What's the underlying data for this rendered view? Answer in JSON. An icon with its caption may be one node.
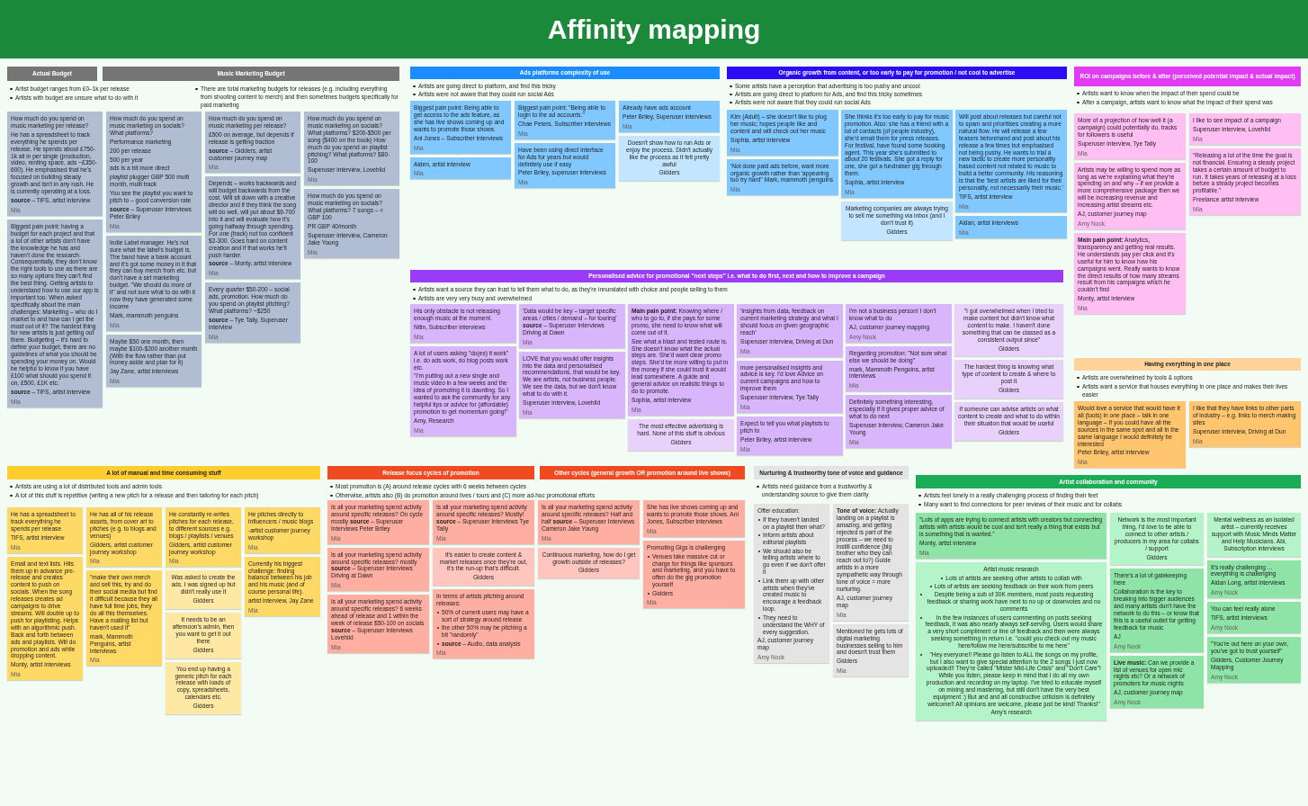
{
  "diagram": {
    "title": "Affinity mapping",
    "nodes": [
      {
        "text": [
          "Actual Budget"
        ]
      },
      {
        "text": [
          "Music Marketing Budget"
        ]
      },
      {
        "text": [
          "How much do you spend on music marketing per release?",
          "He has a spreadsheet to track everything he spends per release. He spends about £750-1k all in per single (production, video, renting space, ads ~£350-600). He emphasised that he's focused on building steady growth and isn't in any rush. He is currently operating at a loss.",
          "**source** – TiFS, artist interview",
          "Mia"
        ]
      },
      {
        "text": [
          "How much do you spend on music marketing on socials? What platforms?",
          "Performance marketing",
          "200 per release",
          "500 per year",
          "ads is a bit more direct",
          "playlist plugger GBP 500 multi month, multi track",
          "You see the playlist you want to pitch to – good conversion rate",
          "**source** – Superuser Interviews Peter Briley",
          "Mia"
        ]
      },
      {
        "text": [
          "How much do you spend on music marketing per release?",
          "£500 on average, but depends if release is getting traction",
          "**source** – Gidders, artist customer journey map",
          "Mia"
        ]
      },
      {
        "text": [
          "How much do you spend on music marketing on socials? What platforms? $200-$500 per song ($400 on the book) How much do you spend on playlist pitching? What platforms? $80-100",
          "Superuser interview, Lovehild",
          "Mia"
        ]
      },
      {
        "text": [
          "Biggest pain point: having a budget for each project and that a lot of other artists don't have the knowledge he has and haven't done the research. Consequentially, they don't know the right tools to use as there are so many options they can't find the best thing. Getting artists to understand how to use our app is important too. When asked specifically about the main challenges: Marketing – who do I market to and how can I get the most out of it? The hardest thing for new artists is just getting out there. Budgeting – it's hard to define your budget, there are no guidelines of what you should be spending your money on. Would be helpful to know if you have £100 what should you spend it on, £500, £1K etc.",
          "**source** – TiFS, artist interview",
          "Mia"
        ]
      },
      {
        "text": [
          "Indie Label manager. He's not sure what the label's budget is. The band have a bank account and it's got some money in it that they can buy merch from etc, but don't have a set marketing budget. \"We should do more of it\" and not sure what to do with it now they have generated some income",
          "Mark, mammoth penguins",
          "Mia"
        ]
      },
      {
        "text": [
          "Maybe $50 one month, then maybe $100-$200 another month (With the flow rather than put money aside and plan for it)",
          "Jay Zane, artist interviews",
          "Mia"
        ]
      },
      {
        "text": [
          "Depends – works backwards and will budget backwards from the cost. Will sit down with a creative director and if they think the song will do well, will put about $6-700 into it and will evaluate how it's going halfway through spending. For one (track) not too confident $2-300. Goes hard on content creation and if that works he'll push harder.",
          "**source** – Monty, artist interview",
          "Mia"
        ]
      },
      {
        "text": [
          "Every quarter $50-200 – social ads, promotion. How much do you spend on playlist pitching? What platforms? ~$250",
          "**source** – Tye Tally, Superuser interview",
          "Mia"
        ]
      },
      {
        "text": [
          "How much do you spend on music marketing on socials? What platforms? 7 songs – < GBP 100",
          "PR GBP 40/month",
          "Superuser interview, Cameron Jake Young",
          "Mia"
        ]
      },
      {
        "text": [
          "Ads platforms complexity of use"
        ]
      },
      {
        "text": [
          "Biggest pain point: Being able to get access to the ads feature, as she has live shows coming up and wants to promote those shows.",
          "Ani Jones – Subscriber interviews",
          "Mia"
        ]
      },
      {
        "text": [
          "Biggest pain point: \"Being able to login to the ad accounts.\"",
          "Chae Peters, Subscriber interviews",
          "Mia"
        ]
      },
      {
        "text": [
          "Already have ads account",
          "Peter Briley, Superuser interviews",
          "Mia"
        ]
      },
      {
        "text": [
          "Aiden, artist interview",
          "Mia"
        ]
      },
      {
        "text": [
          "Have been using direct interface for Ads for years but would definitely use if easy",
          "Peter Briley, superuser interviews",
          "Mia"
        ]
      },
      {
        "text": [
          "Doesn't show how to run Ads or enjoy the process. Didn't actually like the process as it felt pretty awful",
          "Gidders"
        ]
      },
      {
        "text": [
          "Organic growth from content, or too early to pay for promotion / not cool to advertise"
        ]
      },
      {
        "text": [
          "Kim (Adult) – she doesn't like to plug her music; hopes people like and content and will check out her music",
          "Sophia, artist interview",
          "Mia"
        ]
      },
      {
        "text": [
          "She thinks it's too early to pay for music promotion. Also: she has a friend with a lot of contacts (of people industry), she'd email them for press releases. For festival, have found some booking agent. This year she's submitted to about 20 festivals. She got a reply for one, she got a fundraiser gig through them.",
          "Sophia, artist interview",
          "Mia"
        ]
      },
      {
        "text": [
          "Will post about releases but careful not to spam and prioritises creating a more natural flow. He will release a few teasers beforehand and post about his release a few times but emphasised not being pushy. He wants to trial a new tactic to create more personality based content not related to music to build a better community. His reasoning is that the 'best artists are liked for their personality, not necessarily their music.'",
          "TiFS, artist interview",
          "Mia"
        ]
      },
      {
        "text": [
          "'Not done paid ads before, want more organic growth rather than 'appearing too try hard'' Mark, mammoth penguins",
          "Mia"
        ]
      },
      {
        "text": [
          "Marketing companies are always trying to sell me something via inbox (and I don't trust it)",
          "Gidders"
        ]
      },
      {
        "text": [
          "Aidan, artist interviews",
          "Mia"
        ]
      },
      {
        "text": [
          "Personalised advice for promotional \"next steps\" i.e. what to do first, next and how to improve a campaign"
        ]
      },
      {
        "text": [
          "His only obstacle is not releasing enough music at the moment.",
          "Nitin, Subscriber interviews",
          "Mia"
        ]
      },
      {
        "text": [
          "'Data would be key – target specific areas / cities / demand – for touring' **source** – Superuser Interviews Driving at Dawn",
          "Mia"
        ]
      },
      {
        "text": [
          "**Main pain point:** Knowing where / who to go to, if she pays for some promo, she need to know what will come out of it.",
          "See what a blast and tested route is. She doesn't know what the actual steps are. She'd want clear promo steps. She'd be more willing to put in the money if she could trust it would lead somewhere. A guide and general advice on realistic things to do to promote.",
          "Sophia, artist interview",
          "Mia"
        ]
      },
      {
        "text": [
          "'Insights from data, feedback on current marketing strategy and what I should focus on given geographic reach'",
          "Superuser interview, Driving at Dun",
          "Mia"
        ]
      },
      {
        "text": [
          "I'm not a business person! I don't know what to do",
          "AJ, customer journey mapping",
          "Amy Nock"
        ]
      },
      {
        "text": [
          "The most effective advertising is hard. None of this stuff is obvious",
          "Gidders"
        ]
      },
      {
        "text": [
          "LOVE that you would offer insights into the data and personalised recommendations, that would be key. We are artists, not business people. We see the data, but we don't know what to do with it.",
          "Superuser interview, Lovehild",
          "Mia"
        ]
      },
      {
        "text": [
          "more personalised insights and advice is key. I'd love Advice on current campaigns and how to improve them",
          "Superuser interview, Tye Tally",
          "Mia"
        ]
      },
      {
        "text": [
          "Expect to tell you what playlists to pitch to",
          "Peter Briley, artist interview",
          "Mia"
        ]
      },
      {
        "text": [
          "Regarding promotion: \"Not sure what else we should be doing\"",
          "mark, Mammoth Penguins, artist interviews",
          "Mia"
        ]
      },
      {
        "text": [
          "\"I got overwhelmed when I tried to make content but didn't know what content to make. I haven't done something that can be classed as a consistent output since\"",
          "Gidders"
        ]
      },
      {
        "text": [
          "Definitely something interesting, especially if it gives proper advice of what to do next",
          "Superuser Interview, Cameron Jake Young",
          "Mia"
        ]
      },
      {
        "text": [
          "The hardest thing is knowing what type of content to create & where to post it",
          "Gidders"
        ]
      },
      {
        "text": [
          "If someone can advise artists on what content to create and what to do within their situation that would be useful",
          "Gidders"
        ]
      },
      {
        "text": [
          "A lot of users asking \"do(es) it work\" i.e. do ads work, do blog posts work etc.",
          "\"I'm putting out a new single and music video in a few weeks and the idea of promoting it is daunting. So I wanted to ask the community for any helpful tips or advice for (affordable) promotion to get momentum going!\"",
          "Amy, Research",
          "Mia"
        ]
      },
      {
        "text": [
          "Having everything in one place"
        ]
      },
      {
        "text": [
          "Would love a service that would have it all (tools) in one place – talk in one language – If you could have all the sources in the same spot and all in the same language I would definitely be interested",
          "Peter Briley, artist interview",
          "Mia"
        ]
      },
      {
        "text": [
          "I like that they have links to other parts of industry – e.g. links to merch making sites",
          "Superuser interview, Driving at Dun",
          "Mia"
        ]
      },
      {
        "text": [
          "ROI on campaigns before & after (perceived potential impact & actual impact)"
        ]
      },
      {
        "text": [
          "More of a projection of how well it (a campaign) could potentially do, tracks for followers is useful",
          "Superuser interview, Tye Tally",
          "Mia"
        ]
      },
      {
        "text": [
          "Artists may be willing to spend more as long as we're explaining what they're spending on and why – if we provide a more comprehensive package then we will be increasing revenue and increasing artist streams etc.",
          "AJ, customer journey map",
          "Amy Nock"
        ]
      },
      {
        "text": [
          "**Main pain point:** Analytics, transparency and getting real results. He understands pay per click and it's useful for him to know how his campaigns went. Really wants to know the direct results of how many streams result from his campaigns which he couldn't find",
          "Monty, artist interview",
          "Mia"
        ]
      },
      {
        "text": [
          "I like to see impact of a campaign",
          "Superuser interview, Lovehild",
          "Mia"
        ]
      },
      {
        "text": [
          "\"Releasing a lot of the time the goal is not financial. Ensuring a steady project takes a certain amount of budget to run. It takes years of releasing at a loss before a steady project becomes profitable.\"",
          "Freelance artist interview",
          "Mia"
        ]
      },
      {
        "text": [
          "A lot of manual and time consuming stuff"
        ]
      },
      {
        "text": [
          "He has a spreadsheet to track everything he spends per release",
          "TiFS, artist interview",
          "Mia"
        ]
      },
      {
        "text": [
          "He has all of his release assets, from cover art to pitches (e.g. to blogs and venues)",
          "Gidders, artist customer journey workshop",
          "Mia"
        ]
      },
      {
        "text": [
          "He constantly re-writes pitches for each release, to different sources e.g. blogs / playlists / venues",
          "Gidders, artist customer journey workshop",
          "Mia"
        ]
      },
      {
        "text": [
          "He pitches directly to influencers / music blogs",
          "-artist customer journey workshop",
          "Mia"
        ]
      },
      {
        "text": [
          "Email and text lists. Hits them up in advance pre-release and creates content to push on socials. When the song releases creates ad campaigns to drive streams. Will double up to push for playlisting. Helps with an algorithmic push. Back and forth between ads and playlists. Will do promotion and ads while dropping content.",
          "Monty, artist interviews",
          "Mia"
        ]
      },
      {
        "text": [
          "\"make their own merch and sell this, try and do their social media but find it difficult because they all have full time jobs, they do all this themselves. Have a mailing list but haven't used it\"",
          "mark, Mammoth Penguins, artist interviews",
          "Mia"
        ]
      },
      {
        "text": [
          "Was asked to create the ads. I was signed up but didn't really use it",
          "Gidders"
        ]
      },
      {
        "text": [
          "It needs to be an afternoon's admin, then you want to get it out there",
          "Gidders"
        ]
      },
      {
        "text": [
          "You end up having a generic pitch for each release with loads of copy, spreadsheets, calendars etc.",
          "Gidders"
        ]
      },
      {
        "text": [
          "Currently his biggest challenge: finding balance between his job and his music (and of course personal life).",
          "artist interview, Jay Zane",
          "Mia"
        ]
      },
      {
        "text": [
          "Release focus cycles of promotion"
        ]
      },
      {
        "text": [
          "Other cycles (general growth OR promotion around live shows)"
        ]
      },
      {
        "text": [
          "Is all your marketing spend activity around specific releases? On cycle mostly **source** – Superuser Interviews Peter Briley",
          "Mia"
        ]
      },
      {
        "text": [
          "Is all your marketing spend activity around specific releases? Mostly! **source** – Superuser Interviews Tye Tally",
          "Mia"
        ]
      },
      {
        "text": [
          "Is all your marketing spend activity around specific releases? Half and half **source** – Superuser Interviews Cameron Jake Young",
          "Mia"
        ]
      },
      {
        "text": [
          "She has live shows coming up and wants to promote those shows. Ani Jones, Subscriber interviews",
          "Mia"
        ]
      },
      {
        "text": [
          "Is all your marketing spend activity around specific releases? mostly **source** – Superuser Interviews Driving at Dawn",
          "Mia"
        ]
      },
      {
        "text": [
          "It's easier to create content & market releases once they're out, it's the run-up that's difficult.",
          "Gidders"
        ]
      },
      {
        "text": [
          "Continuous marketing, how do I get growth outside of releases?",
          "Gidders"
        ]
      },
      {
        "text": [
          "Promoting Gigs is challenging",
          "Venues take massive cut or charge for things like sponsors and marketing, and you have to often do the gig promotion yourself",
          "Gidders",
          "Mia"
        ]
      },
      {
        "text": [
          "Is all your marketing spend activity around specific releases? 6 weeks ahead of release and 1 within the week of release $50-100 on socials **source** – Superuser Interviews Lovehild",
          "Mia"
        ]
      },
      {
        "text": [
          "In terms of artists pitching around releases:",
          "50% of current users may have a sort of strategy around release",
          "the other 50% may be pitching a bit \"randomly\"",
          "**source** – Audio, data analysis",
          "Mia"
        ]
      },
      {
        "text": [
          "Nurturing & trustworthy tone of voice and guidance"
        ]
      },
      {
        "text": [
          "Offer education:",
          "If they haven't landed on a playlist then what?",
          "Inform artists about editorial playlists",
          "We should also be telling artists where to go even if we don't offer it",
          "Link them up with other artists when they've created music to encourage a feedback loop.",
          "They need to understand the WHY of every suggestion.",
          "AJ, customer journey map",
          "Amy Nock"
        ]
      },
      {
        "text": [
          "**Tone of voice:** Actually landing on a playlist is amazing, and getting rejected is part of the process – we need to instill confidence (big brother who they can reach out to?) Guide artists in a more sympathetic way through tone of voice = more nurturing.",
          "AJ, customer journey map",
          "Mia"
        ]
      },
      {
        "text": [
          "Mentioned he gets lots of digital marketing businesses selling to him and doesn't trust them",
          "Gidders",
          "Mia"
        ]
      },
      {
        "text": [
          "Artist collaboration and community"
        ]
      },
      {
        "text": [
          "\"Lots of apps are trying to connect artists with creators but connecting artists with artists would be cool and isn't really a thing that exists but is something that is wanted.\"",
          "Monty, artist interview",
          "Mia"
        ]
      },
      {
        "text": [
          "Network is the most important thing, I'd love to be able to connect to other artists / producers in my area for collabs / support",
          "Gidders"
        ]
      },
      {
        "text": [
          "There's a lot of gatekeeping here",
          "Collaboration is the key to breaking into bigger audiences and many artists don't have the network to do this – or know that this is a useful outlet for getting feedback for music",
          "AJ",
          "Amy Nock"
        ]
      },
      {
        "text": [
          "Mental wellness as an isolated artist – currently receives support with Music Minds Matter and Help Musicians. Abi, Subscription interviews"
        ]
      },
      {
        "text": [
          "It's really challenging ... everything is challenging",
          "Aidan Long, artist interviews",
          "Amy Nock"
        ]
      },
      {
        "text": [
          "Artist music research",
          "Lots of artists are seeking other artists to collab with",
          "Lots of artists are seeking feedback on their work from peers",
          "Despite being a sub of 30K members, most posts requesting feedback or sharing work have next to no up or downvotes and no comments",
          "In the few instances of users commenting on posts seeking feedback, it was also nearly always self-serving. Users would share a very short compliment or line of feedback and then were always seeking something in return i.e. \"could you check out my music here/follow me here/subscribe to me here\"",
          "\"Hey everyone!! Please go listen to ALL the songs on my profile, but I also want to give special attention to the 2 songs I just now uploaded!! They're called \"Mister Mid-Life Crisis\" and \"Don't Care\"! While you listen, please keep in mind that I do all my own production and recording on my laptop. I've tried to educate myself on mixing and mastering, but still don't have the very best equipment :) But and and all constructive criticism is definitely welcome!! All opinions are welcome, please just be kind! Thanks!\"",
          "Amy's research"
        ]
      },
      {
        "text": [
          "**Live music:** Can we provide a list of venues for open mic nights etc? Or a network of promoters for music nights",
          "AJ, customer journey map",
          "Amy Nock"
        ]
      },
      {
        "text": [
          "You can feel really alone",
          "TiFS, artist interviews",
          "Amy Nock"
        ]
      },
      {
        "text": [
          "\"You're out here on your own, you've got to trust yourself\"",
          "Gidders, Customer Journey Mapping",
          "Amy Nock"
        ]
      }
    ],
    "labels": [
      "Artist budget ranges from £0–1k per release",
      "Artists with budget are unsure what to do with it",
      "There are total marketing budgets for releases (e.g. including everything from shooting content to merch) and then sometimes budgets specifically for paid marketing",
      "Artists are going direct to platform, and find this tricky",
      "Artists were not aware that they could run social Ads",
      "Some artists have a perception that advertising is too pushy and uncool",
      "Artists are going direct to platform for Ads, and find this tricky sometimes",
      "Artists were not aware that they could run social Ads",
      "Artists want a source they can trust to tell them what to do, as they're innundated with choice and people selling to them",
      "Artists are very very busy and overwhelmed",
      "Artists want to know when the impact of their spend could be",
      "After a campaign, artists want to know what the impact of their spend was",
      "Artists are overwhelmed by tools & options",
      "Artists want a service that houses everything in one place and makes their lives easier",
      "Artists are using a lot of distributed tools and admin tools",
      "A lot of this stuff is repetitive (writing a new pitch for a release and then tailoring for each pitch)",
      "Most promotion is (A) around release cycles with 6 weeks between cycles",
      "Otherwise, artists also (B) do promotion around lives / tours and (C) more ad-hoc promotional efforts",
      "Artists need guidance from a trustworthy & understanding source to give them clarity",
      "Artists feel lonely in a really challenging process of finding their feet",
      "Many want to find connections for peer reviews of their music and for collabs"
    ]
  }
}
